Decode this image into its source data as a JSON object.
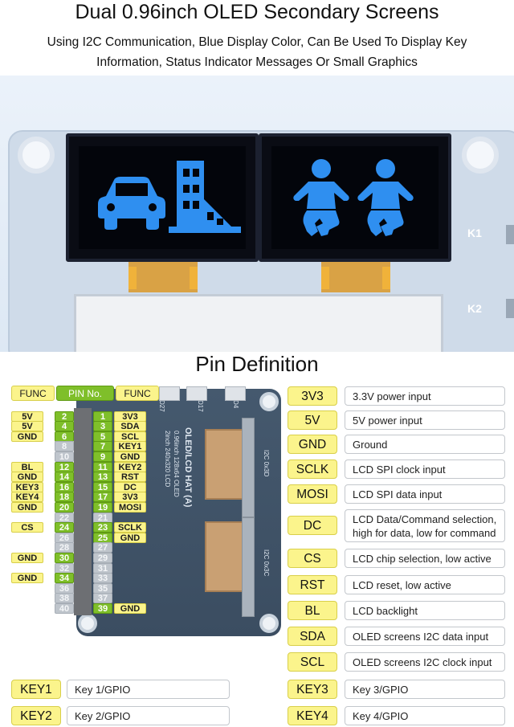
{
  "header": {
    "title": "Dual 0.96inch OLED Secondary Screens",
    "subtitle_line1": "Using I2C Communication, Blue Display Color, Can Be Used To Display Key",
    "subtitle_line2": "Information, Status Indicator Messages Or Small Graphics"
  },
  "photo": {
    "key_marks": [
      "K1",
      "K2"
    ],
    "icon_color": "#2f8ff0",
    "left_screen_icons": [
      "car-icon",
      "building-icon"
    ],
    "right_screen_icons": [
      "baby-icon",
      "baby-icon"
    ]
  },
  "pin_section": {
    "title": "Pin Definition",
    "header_left": "FUNC",
    "header_mid": "PIN No.",
    "header_right": "FUNC",
    "rows": [
      {
        "lf": "",
        "ln": "",
        "rn": "",
        "rf": ""
      },
      {
        "lf": "5V",
        "ln": "2",
        "rn": "1",
        "rf": "3V3"
      },
      {
        "lf": "5V",
        "ln": "4",
        "rn": "3",
        "rf": "SDA"
      },
      {
        "lf": "GND",
        "ln": "6",
        "rn": "5",
        "rf": "SCL"
      },
      {
        "lf": "",
        "ln": "8",
        "rn": "7",
        "rf": "KEY1"
      },
      {
        "lf": "",
        "ln": "10",
        "rn": "9",
        "rf": "GND"
      },
      {
        "lf": "BL",
        "ln": "12",
        "rn": "11",
        "rf": "KEY2"
      },
      {
        "lf": "GND",
        "ln": "14",
        "rn": "13",
        "rf": "RST"
      },
      {
        "lf": "KEY3",
        "ln": "16",
        "rn": "15",
        "rf": "DC"
      },
      {
        "lf": "KEY4",
        "ln": "18",
        "rn": "17",
        "rf": "3V3"
      },
      {
        "lf": "GND",
        "ln": "20",
        "rn": "19",
        "rf": "MOSI"
      },
      {
        "lf": "",
        "ln": "22",
        "rn": "21",
        "rf": ""
      },
      {
        "lf": "CS",
        "ln": "24",
        "rn": "23",
        "rf": "SCLK"
      },
      {
        "lf": "",
        "ln": "26",
        "rn": "25",
        "rf": "GND"
      },
      {
        "lf": "",
        "ln": "28",
        "rn": "27",
        "rf": ""
      },
      {
        "lf": "GND",
        "ln": "30",
        "rn": "29",
        "rf": ""
      },
      {
        "lf": "",
        "ln": "32",
        "rn": "31",
        "rf": ""
      },
      {
        "lf": "GND",
        "ln": "34",
        "rn": "33",
        "rf": ""
      },
      {
        "lf": "",
        "ln": "36",
        "rn": "35",
        "rf": ""
      },
      {
        "lf": "",
        "ln": "38",
        "rn": "37",
        "rf": ""
      },
      {
        "lf": "",
        "ln": "40",
        "rn": "39",
        "rf": "GND"
      }
    ]
  },
  "hat_board": {
    "title": "OLED/LCD HAT (A)",
    "line1": "0.96inch 128x64 OLED",
    "line2": "2inch 240x320 LCD",
    "addr1": "I2C 0x3D",
    "addr2": "I2C 0x3C",
    "labels": [
      "D27",
      "D17",
      "D4"
    ]
  },
  "legend": [
    {
      "name": "3V3",
      "desc": "3.3V power input"
    },
    {
      "name": "5V",
      "desc": "5V power input"
    },
    {
      "name": "GND",
      "desc": "Ground"
    },
    {
      "name": "SCLK",
      "desc": "LCD SPI clock input"
    },
    {
      "name": "MOSI",
      "desc": "LCD SPI data input"
    },
    {
      "name": "DC",
      "desc": "LCD Data/Command selection,",
      "desc2": "high for data, low for command"
    },
    {
      "name": "CS",
      "desc": "LCD chip selection, low active"
    },
    {
      "name": "RST",
      "desc": "LCD reset, low active"
    },
    {
      "name": "BL",
      "desc": "LCD backlight"
    },
    {
      "name": "SDA",
      "desc": "OLED screens I2C data input"
    },
    {
      "name": "SCL",
      "desc": "OLED screens I2C clock input"
    }
  ],
  "keys": [
    {
      "name": "KEY1",
      "desc": "Key 1/GPIO"
    },
    {
      "name": "KEY2",
      "desc": "Key 2/GPIO"
    },
    {
      "name": "KEY3",
      "desc": "Key 3/GPIO"
    },
    {
      "name": "KEY4",
      "desc": "Key 4/GPIO"
    }
  ]
}
